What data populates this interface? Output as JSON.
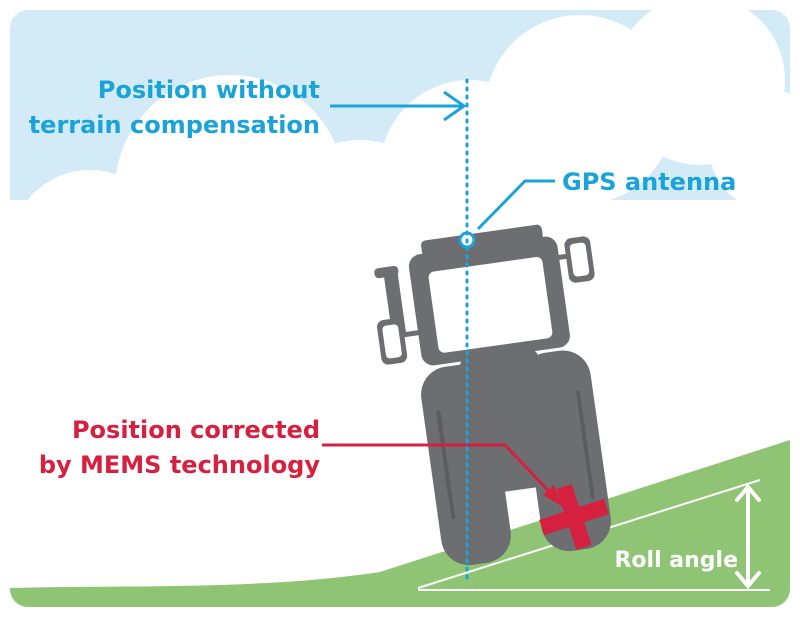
{
  "labels": {
    "uncompensated_line1": "Position without",
    "uncompensated_line2": "terrain compensation",
    "gps_antenna": "GPS antenna",
    "corrected_line1": "Position corrected",
    "corrected_line2": "by MEMS technology",
    "roll_angle": "Roll angle"
  },
  "colors": {
    "sky": "#d3ebf6",
    "cloud": "#ffffff",
    "ground": "#8fc474",
    "tractor": "#6d6e71",
    "tractor_window": "#ffffff",
    "blue_accent": "#1aa3d9",
    "red_accent": "#d6203f"
  }
}
